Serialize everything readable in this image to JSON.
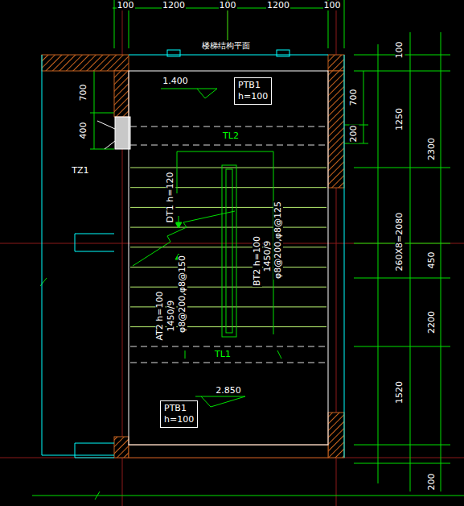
{
  "diagram": {
    "title": "楼梯结构平面",
    "nodes": [
      {
        "text": [
          "PTB1",
          "h=100"
        ]
      },
      {
        "text": [
          "PTB1",
          "h=100"
        ]
      }
    ],
    "labels": [
      "100",
      "1200",
      "100",
      "1200",
      "100",
      "1.400",
      "700",
      "400",
      "TZ1",
      "700",
      "200",
      "TL2",
      "DT1 h=120",
      "AT2 h=100",
      "1450/9",
      "φ8@200,φ8@150",
      "BT2 h=100",
      "1450/9",
      "φ8@200,φ8@125",
      "TL1",
      "2.850",
      "100",
      "1250",
      "2300",
      "450",
      "260X8=2080",
      "2200",
      "1520",
      "200"
    ]
  }
}
